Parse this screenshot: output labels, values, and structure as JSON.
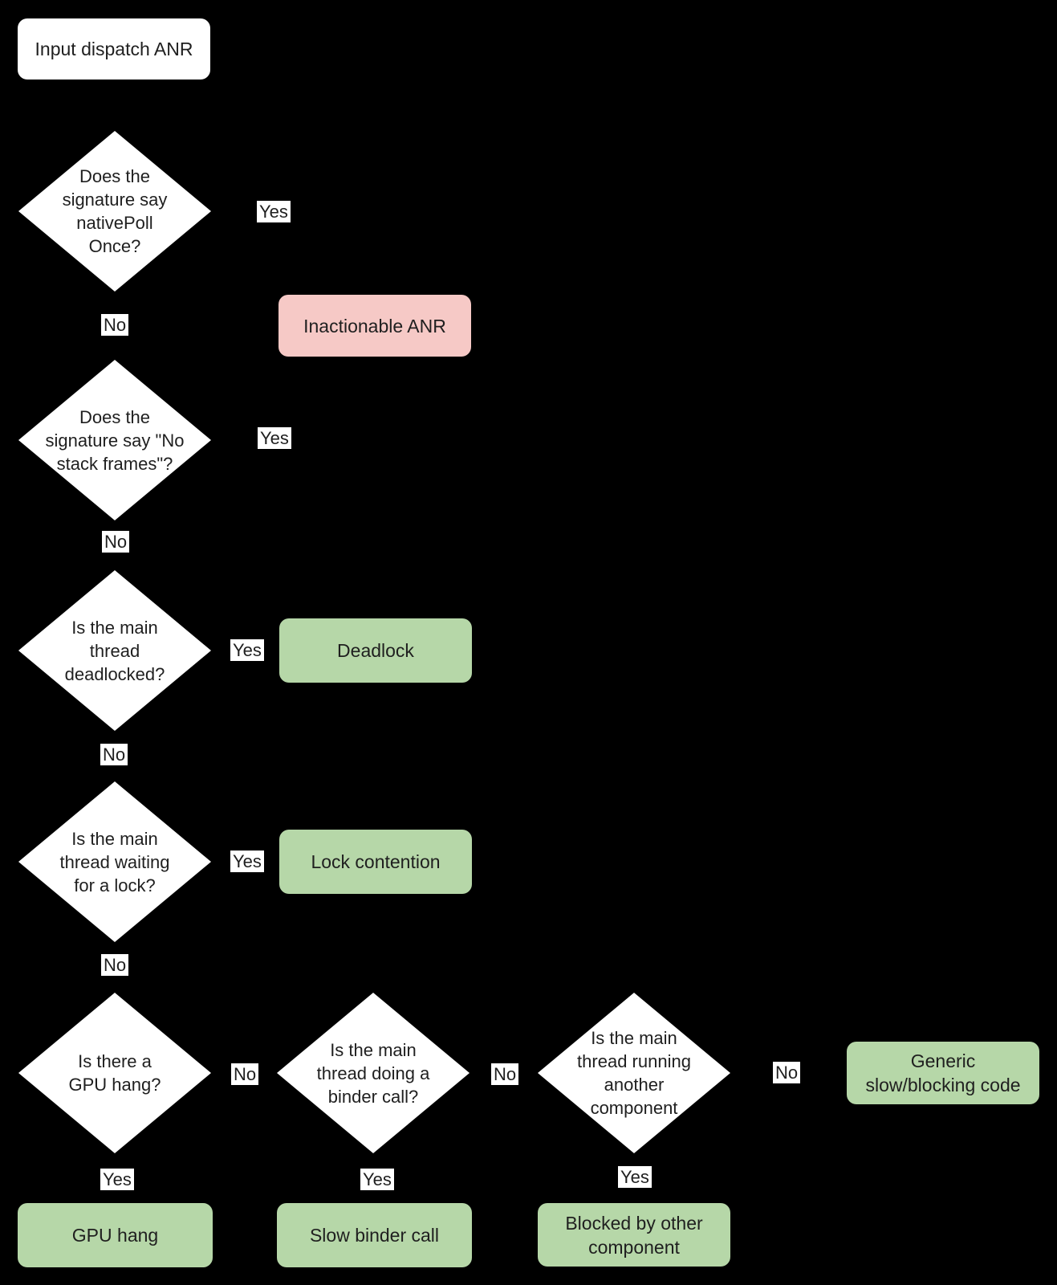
{
  "palette": {
    "background": "#000000",
    "decision_fill": "#FFFFFF",
    "outcome_bad_fill": "#F6C9C6",
    "outcome_good_fill": "#B6D7A8",
    "text": "#1F1F1F"
  },
  "edge_labels": {
    "yes": "Yes",
    "no": "No"
  },
  "nodes": {
    "start": "Input dispatch ANR",
    "q_native_poll": "Does the\nsignature say\nnativePoll\nOnce?",
    "q_no_stack_frames": "Does the\nsignature say \"No\nstack frames\"?",
    "q_deadlocked": "Is the main\nthread\ndeadlocked?",
    "q_waiting_lock": "Is the main\nthread waiting\nfor a lock?",
    "q_gpu_hang": "Is there a\nGPU hang?",
    "q_binder_call": "Is the main\nthread doing a\nbinder call?",
    "q_another_component": "Is the main\nthread running\nanother\ncomponent",
    "o_inactionable": "Inactionable ANR",
    "o_deadlock": "Deadlock",
    "o_lock_contention": "Lock contention",
    "o_gpu_hang": "GPU hang",
    "o_slow_binder": "Slow binder call",
    "o_blocked_other": "Blocked by other\ncomponent",
    "o_generic_slow": "Generic\nslow/blocking code"
  }
}
